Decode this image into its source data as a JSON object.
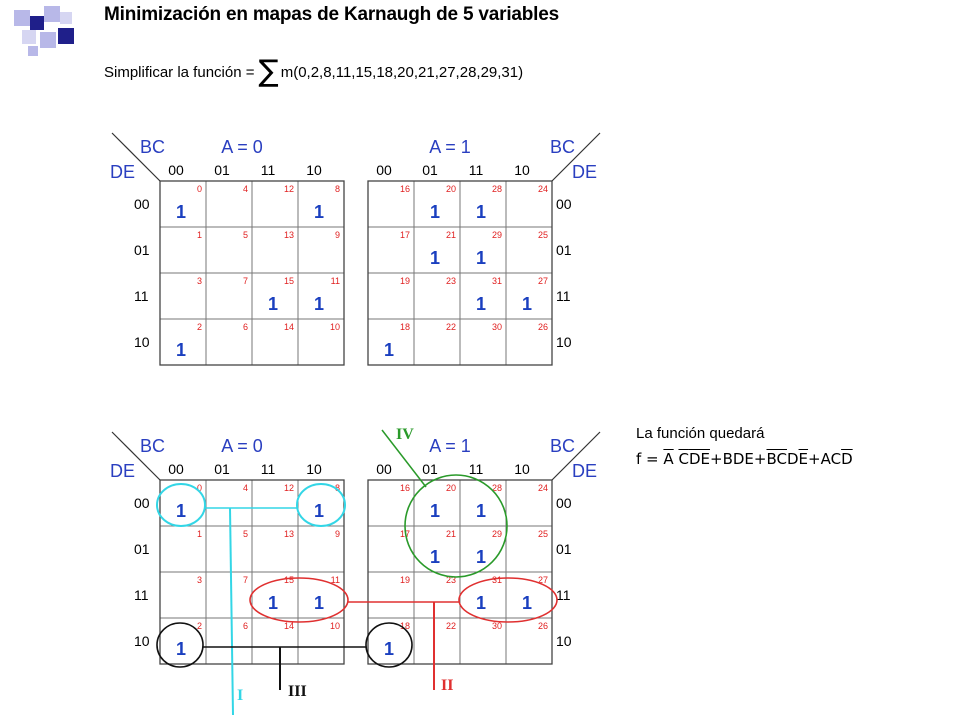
{
  "header": {
    "title": "Minimización en mapas de Karnaugh de 5 variables",
    "subtitle_prefix": "Simplificar la función =",
    "sigma": "∑",
    "subtitle_minterms": "m(0,2,8,11,15,18,20,21,27,28,29,31)"
  },
  "maps": {
    "var_bc": "BC",
    "var_de": "DE",
    "label_a0": "A = 0",
    "label_a1": "A = 1",
    "col_codes": [
      "00",
      "01",
      "11",
      "10"
    ],
    "row_codes": [
      "00",
      "01",
      "11",
      "10"
    ],
    "cell_indices_a0": [
      [
        0,
        4,
        12,
        8
      ],
      [
        1,
        5,
        13,
        9
      ],
      [
        3,
        7,
        15,
        11
      ],
      [
        2,
        6,
        14,
        10
      ]
    ],
    "cell_indices_a1": [
      [
        16,
        20,
        28,
        24
      ],
      [
        17,
        21,
        29,
        25
      ],
      [
        19,
        23,
        31,
        27
      ],
      [
        18,
        22,
        30,
        26
      ]
    ],
    "ones": [
      0,
      2,
      8,
      11,
      15,
      18,
      20,
      21,
      27,
      28,
      29,
      31
    ],
    "one_symbol": "1"
  },
  "groups": {
    "labels": [
      "I",
      "II",
      "III",
      "IV"
    ],
    "colors": {
      "I": "#33d6e6",
      "II": "#e03030",
      "III": "#111111",
      "IV": "#2a9a2a"
    }
  },
  "result": {
    "label": "La función quedará",
    "f": "f =",
    "t1_a": "A",
    "t1_c": "C",
    "t1_d": "D",
    "t1_e": "E",
    "plus": "+",
    "t2": "BDE",
    "t3_b": "B",
    "t3_c": "C",
    "t3_d": "D",
    "t3_e": "E",
    "t4_ac": "AC",
    "t4_d": "D"
  },
  "colors": {
    "one_blue": "#1a3fbf",
    "index_red": "#e02020",
    "label_blue": "#2a3fc0",
    "grid_gray": "#666666",
    "logo_navy": "#1f1f8a",
    "logo_lavender": "#b8b8e8"
  }
}
